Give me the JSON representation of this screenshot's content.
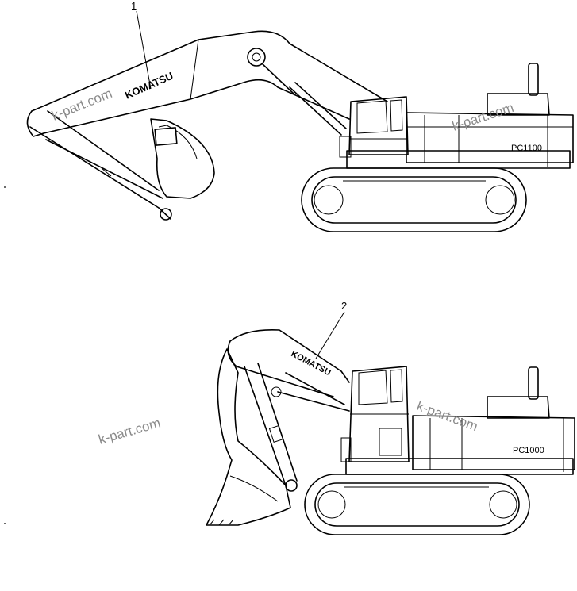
{
  "callouts": {
    "item_1": "1",
    "item_2": "2"
  },
  "decals": {
    "boom_brand_1": "KOMATSU",
    "boom_brand_2": "KOMATSU",
    "model_1": "PC1100",
    "model_2": "PC1000"
  },
  "watermark": "k-part.com",
  "colors": {
    "line": "#000000",
    "watermark": "#8a8a8a",
    "background": "#ffffff"
  }
}
